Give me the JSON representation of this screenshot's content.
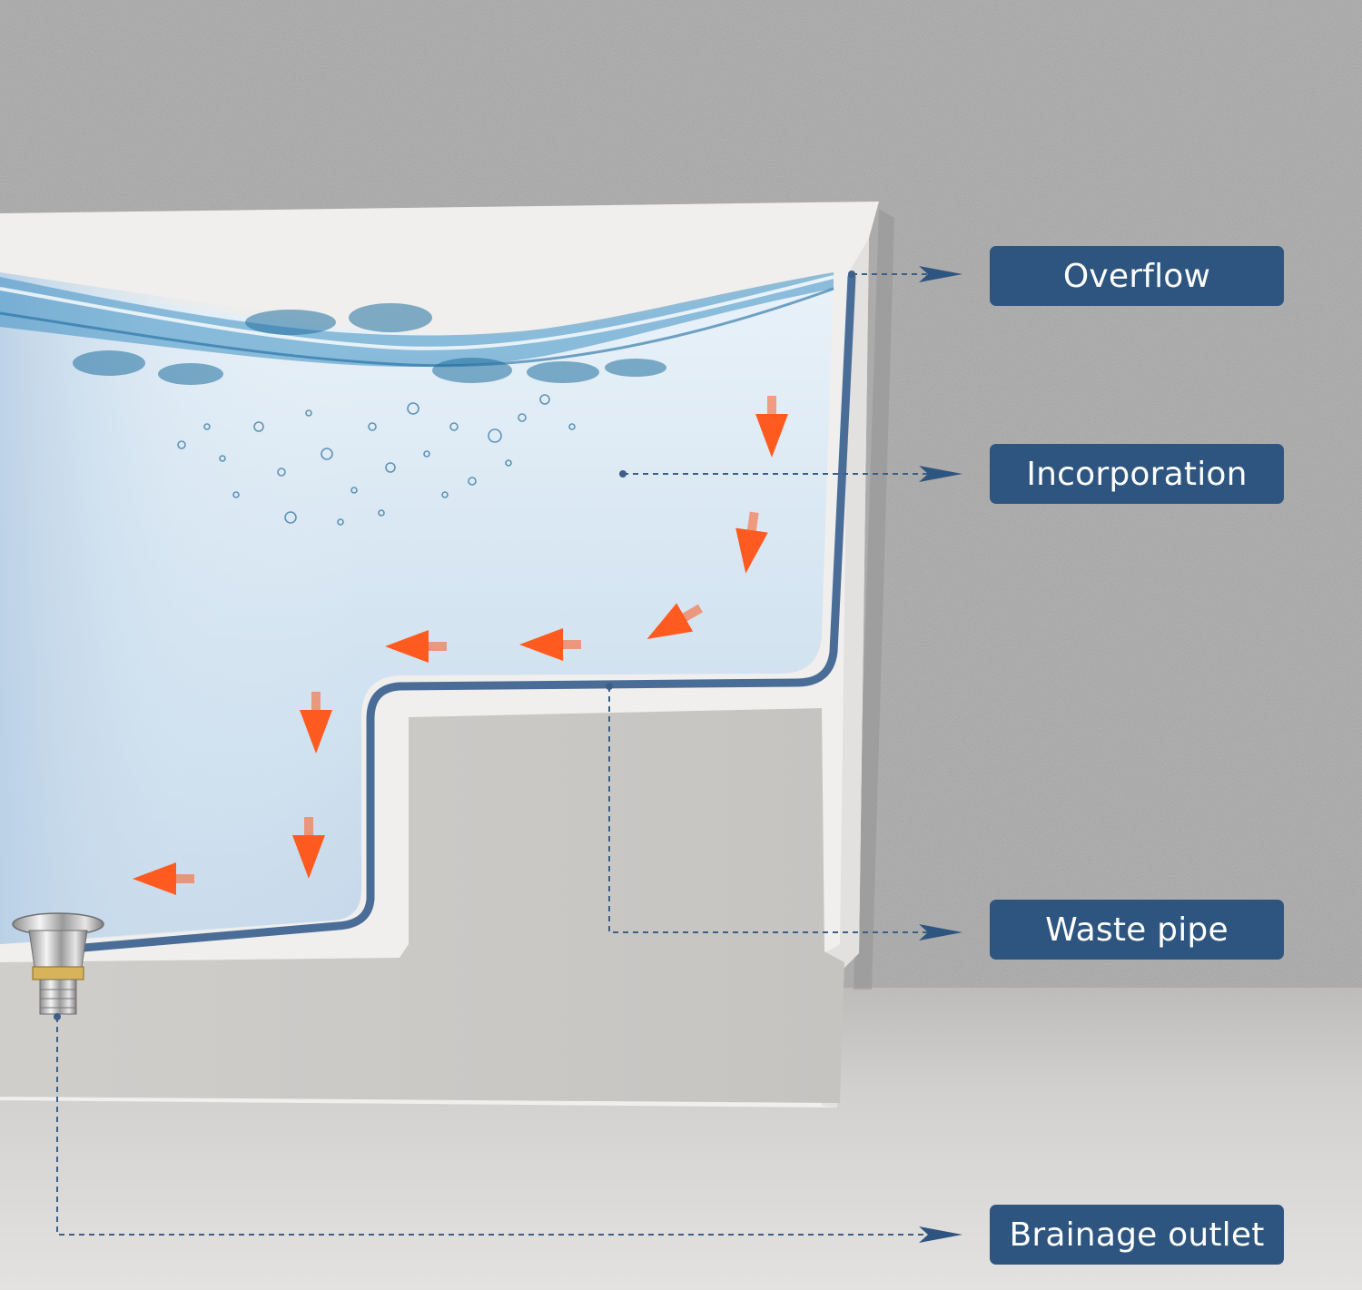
{
  "labels": {
    "overflow": "Overflow",
    "incorporation": "Incorporation",
    "waste_pipe": "Waste pipe",
    "brainage_outlet": "Brainage outlet"
  },
  "colors": {
    "label_background": "#2e557f",
    "label_text": "#ffffff",
    "pipe": "#4a6d98",
    "leader_line": "#3d5f86",
    "flow_arrow": "#ff5a1f",
    "water_light": "#eef4fa",
    "water_mid": "#c9dcec",
    "water_surface": "#2c7fb0",
    "basin": "#f1f0ee",
    "wall_texture": "#a9a9a9",
    "floor": "#cfcecc"
  },
  "icons": {
    "flow_arrows": "arrow-icon",
    "drain_fitting": "drain-icon"
  }
}
